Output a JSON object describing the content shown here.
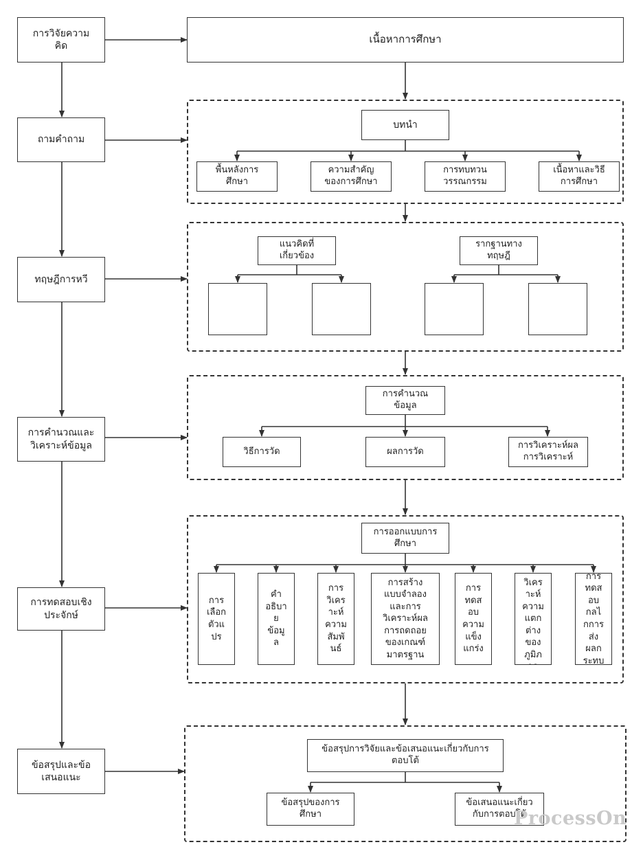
{
  "left_steps": [
    {
      "label": "การวิจัยความ\nคิด"
    },
    {
      "label": "ถามคำถาม"
    },
    {
      "label": "ทฤษฎีการหวี"
    },
    {
      "label": "การคำนวณและ\nวิเคราะห์ข้อมูล"
    },
    {
      "label": "การทดสอบเชิง\nประจักษ์"
    },
    {
      "label": "ข้อสรุปและข้อ\nเสนอแนะ"
    }
  ],
  "main_title": "เนื้อหาการศึกษา",
  "section1": {
    "root": "บทนำ",
    "children": [
      "พื้นหลังการ\nศึกษา",
      "ความสำคัญ\nของการศึกษา",
      "การทบทวน\nวรรณกรรม",
      "เนื้อหาและวิธี\nการศึกษา"
    ]
  },
  "section2": {
    "left_root": "แนวคิดที่\nเกี่ยวข้อง",
    "right_root": "รากฐานทาง\nทฤษฎี"
  },
  "section3": {
    "root": "การคำนวณ\nข้อมูล",
    "children": [
      "วิธีการวัด",
      "ผลการวัด",
      "การวิเคราะห์ผล\nการวิเคราะห์"
    ]
  },
  "section4": {
    "root": "การออกแบบการ\nศึกษา",
    "children": [
      "การ\nเลือก\nตัวแ\nปร",
      "คำ\nอธิบา\nย\nข้อมู\nล",
      "การ\nวิเคร\nาะห์\nความ\nสัมพั\nนธ์",
      "การสร้าง\nแบบจำลอง\nและการ\nวิเคราะห์ผล\nการถดถอย\nของเกณฑ์\nมาตรฐาน",
      "การ\nทดส\nอบ\nความ\nแข็ง\nแกร่ง",
      "การ\nวิเคร\nาะห์\nความ\nแตก\nต่าง\nของ\nภูมิภ\nาค",
      "การ\nทดส\nอบ\nกลไ\nกการ\nส่ง\nผลก\nระทบ"
    ]
  },
  "section5": {
    "root": "ข้อสรุปการวิจัยและข้อเสนอแนะเกี่ยวกับการ\nตอบโต้",
    "children": [
      "ข้อสรุปของการ\nศึกษา",
      "ข้อเสนอแนะเกี่ยว\nกับการตอบโต้"
    ]
  },
  "watermark": "ProcessOn",
  "colors": {
    "line": "#333333",
    "background": "#ffffff",
    "watermark": "#c9c9c9"
  }
}
